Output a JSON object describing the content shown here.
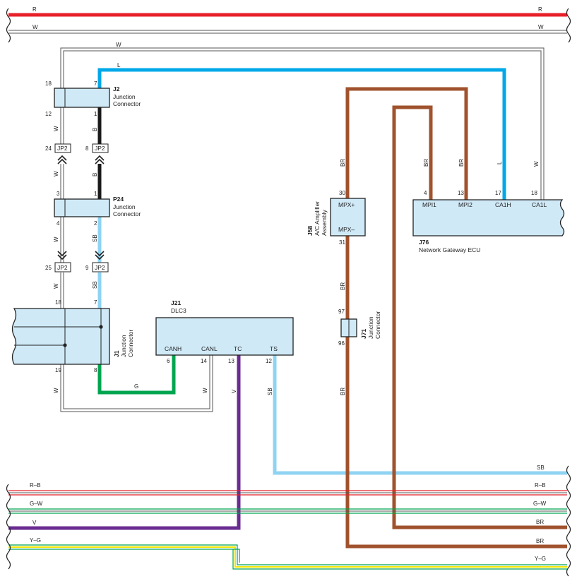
{
  "colors": {
    "R": "#e8202a",
    "W": "#ffffff",
    "L": "#00a8e8",
    "B": "#1a1a1a",
    "SB": "#8fd3f2",
    "BR": "#a0522d",
    "G": "#00a550",
    "V": "#6a2c91",
    "Y": "#f2e600",
    "box_fill": "#cfe9f7"
  },
  "bus": {
    "r": "R",
    "w": "W",
    "rb": "R–B",
    "gw": "G–W",
    "v": "V",
    "yg": "Y–G",
    "sb": "SB",
    "br": "BR"
  },
  "wire_labels": {
    "w": "W",
    "l": "L",
    "b": "B",
    "sb": "SB",
    "br": "BR",
    "g": "G",
    "v": "V"
  },
  "j2": {
    "code": "J2",
    "name1": "Junction",
    "name2": "Connector",
    "pin_tl": "18",
    "pin_tr": "7",
    "pin_bl": "12",
    "pin_br": "1"
  },
  "jp2a": {
    "label": "JP2",
    "pin_l": "24",
    "pin_r": "8"
  },
  "p24": {
    "code": "P24",
    "name1": "Junction",
    "name2": "Connector",
    "pin_tl": "3",
    "pin_tr": "1",
    "pin_bl": "4",
    "pin_br": "2"
  },
  "jp2b": {
    "label": "JP2",
    "pin_l": "25",
    "pin_r": "9"
  },
  "j1": {
    "code": "J1",
    "name1": "Junction",
    "name2": "Connector",
    "pin_tl": "18",
    "pin_tr": "7",
    "pin_bl": "19",
    "pin_br": "8"
  },
  "j21": {
    "code": "J21",
    "name": "DLC3",
    "terms": [
      "CANH",
      "CANL",
      "TC",
      "TS"
    ],
    "pins": [
      "6",
      "14",
      "13",
      "12"
    ]
  },
  "j58": {
    "code": "J58",
    "name1": "A/C Amplifier",
    "name2": "Assembly",
    "term_top": "MPX+",
    "term_bot": "MPX–",
    "pin_top": "30",
    "pin_bot": "31"
  },
  "j71": {
    "code": "J71",
    "name1": "Junction",
    "name2": "Connector",
    "pin_top": "97",
    "pin_bot": "96"
  },
  "j76": {
    "code": "J76",
    "name": "Network Gateway ECU",
    "terms": [
      "MPI1",
      "MPI2",
      "CA1H",
      "CA1L"
    ],
    "pins": [
      "4",
      "13",
      "17",
      "18"
    ]
  }
}
